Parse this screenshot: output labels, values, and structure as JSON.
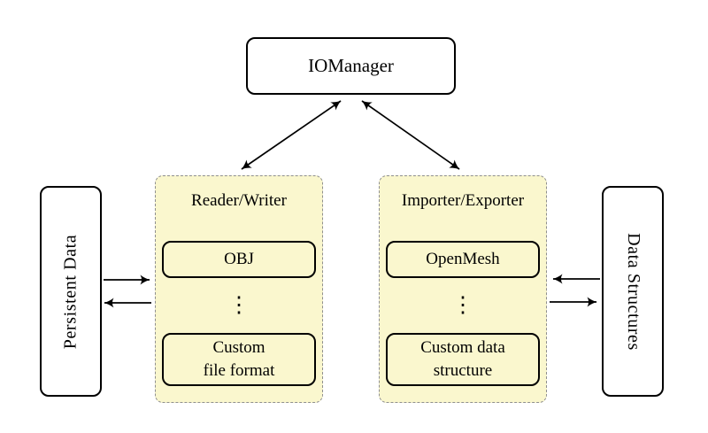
{
  "diagram": {
    "iomanager": {
      "label": "IOManager"
    },
    "persistent_data": {
      "label": "Persistent Data"
    },
    "data_structures": {
      "label": "Data Structures"
    },
    "reader_writer": {
      "title": "Reader/Writer",
      "obj": {
        "label": "OBJ"
      },
      "dots": "⋮",
      "custom_file_format": {
        "line1": "Custom",
        "line2": "file format"
      }
    },
    "importer_exporter": {
      "title": "Importer/Exporter",
      "openmesh": {
        "label": "OpenMesh"
      },
      "dots": "⋮",
      "custom_data_structure": {
        "line1": "Custom data",
        "line2": "structure"
      }
    },
    "edges": [
      {
        "from": "IOManager",
        "to": "Reader/Writer",
        "direction": "bidirectional"
      },
      {
        "from": "IOManager",
        "to": "Importer/Exporter",
        "direction": "bidirectional"
      },
      {
        "from": "Persistent Data",
        "to": "Reader/Writer",
        "direction": "right"
      },
      {
        "from": "Reader/Writer",
        "to": "Persistent Data",
        "direction": "left"
      },
      {
        "from": "Data Structures",
        "to": "Importer/Exporter",
        "direction": "left"
      },
      {
        "from": "Importer/Exporter",
        "to": "Data Structures",
        "direction": "right"
      }
    ],
    "colors": {
      "background": "#FFFFFF",
      "container_fill": "#FAF7CE",
      "container_border": "#8F8F8F",
      "node_border": "#000000",
      "arrow": "#000000"
    }
  }
}
